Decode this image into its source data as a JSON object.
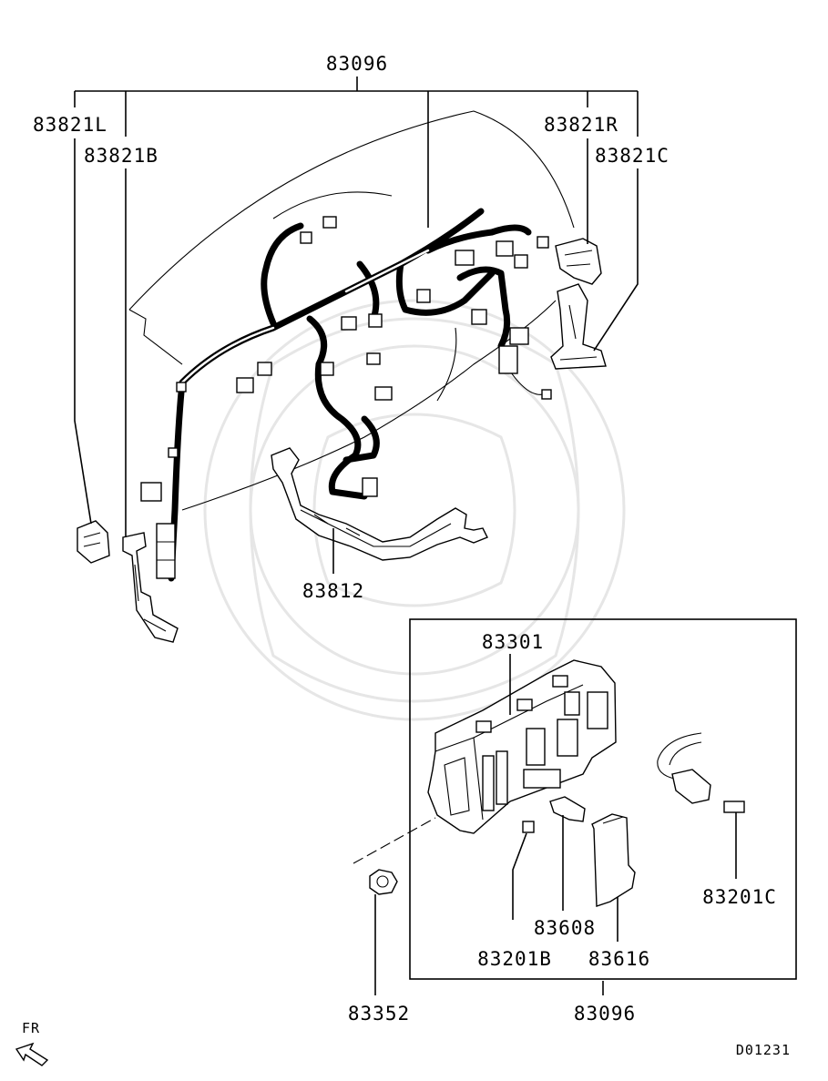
{
  "labels": {
    "harness_top": "83096",
    "bracket_l": "83821L",
    "bracket_b": "83821B",
    "bracket_r": "83821R",
    "bracket_c": "83821C",
    "sub_harness": "83812",
    "junction_block": "83301",
    "fuse_b": "83201B",
    "relay": "83608",
    "cover": "83616",
    "fuse_c": "83201C",
    "nut": "83352",
    "harness_bottom": "83096",
    "direction": "FR",
    "diagram_code": "D01231"
  }
}
